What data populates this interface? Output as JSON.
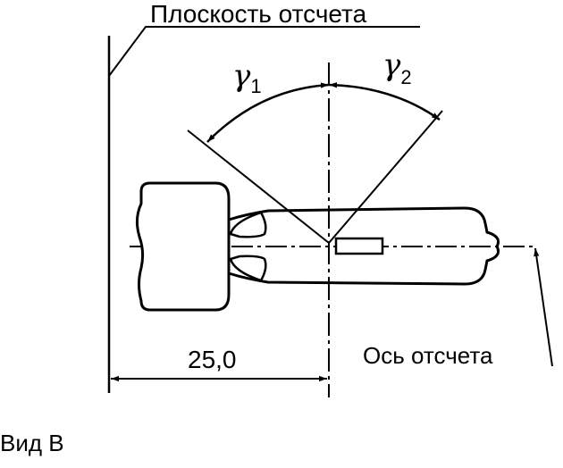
{
  "labels": {
    "reference_plane": "Плоскость отсчета",
    "reference_axis": "Ось отсчета",
    "dimension": "25,0",
    "view": "Вид В"
  },
  "angles": {
    "gamma1": {
      "symbol": "γ",
      "subscript": "1"
    },
    "gamma2": {
      "symbol": "γ",
      "subscript": "2"
    }
  },
  "colors": {
    "ink": "#000000",
    "background": "#ffffff"
  }
}
